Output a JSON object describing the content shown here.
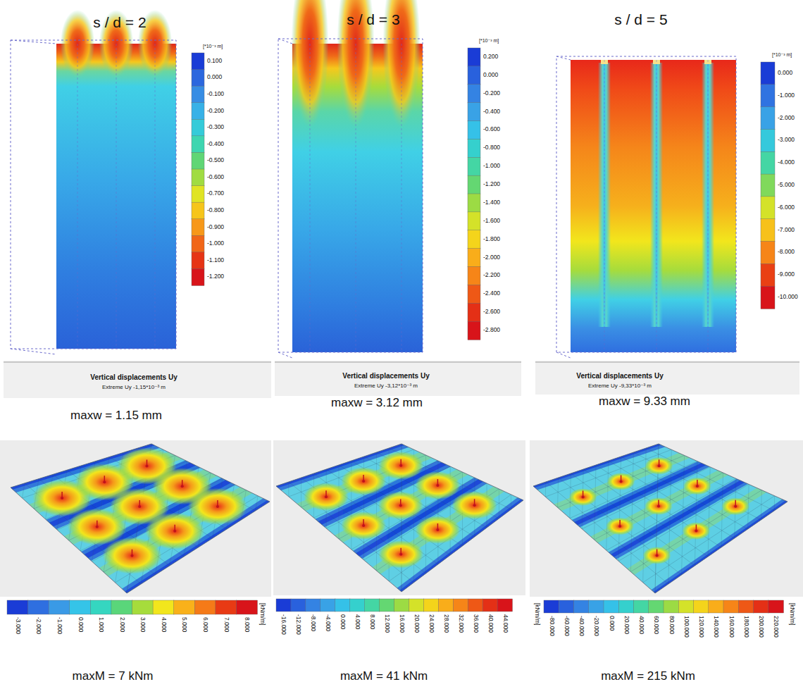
{
  "diagram": {
    "labels": [
      "s / d = 2",
      "s / d = 3",
      "s / d = 5",
      "[*10⁻³ m]",
      "0.100",
      "0.000",
      "-0.100",
      "-0.200",
      "-0.300",
      "-0.400",
      "-0.500",
      "-0.600",
      "-0.700",
      "-0.800",
      "-0.900",
      "-1.000",
      "-1.100",
      "-1.200",
      "[*10⁻³ m]",
      "0.200",
      "0.000",
      "-0.200",
      "-0.400",
      "-0.600",
      "-0.800",
      "-1.000",
      "-1.200",
      "-1.400",
      "-1.600",
      "-1.800",
      "-2.000",
      "-2.200",
      "-2.400",
      "-2.600",
      "-2.800",
      "[*10⁻³ m]",
      "0.000",
      "-1.000",
      "-2.000",
      "-3.000",
      "-4.000",
      "-5.000",
      "-6.000",
      "-7.000",
      "-8.000",
      "-9.000",
      "-10.000",
      "Vertical displacements Uy",
      "Extreme Uy -1,15*10⁻³ m",
      "Vertical displacements Uy",
      "Extreme Uy -3,12*10⁻³ m",
      "Vertical displacements Uy",
      "Extreme Uy -9,33*10⁻³ m",
      "maxw = 1.15 mm",
      "maxw = 3.12 mm",
      "maxw = 9.33 mm",
      "-3.000",
      "-2.000",
      "-1.000",
      "0.000",
      "1.000",
      "2.000",
      "3.000",
      "4.000",
      "5.000",
      "6.000",
      "7.000",
      "8.000",
      "[kNm/m]",
      "-16.000",
      "-12.000",
      "-8.000",
      "-4.000",
      "0.000",
      "4.000",
      "8.000",
      "12.000",
      "16.000",
      "20.000",
      "24.000",
      "28.000",
      "32.000",
      "36.000",
      "40.000",
      "44.000",
      "[kNm/m]",
      "-80.000",
      "-60.000",
      "-40.000",
      "-20.000",
      "0.000",
      "20.000",
      "40.000",
      "60.000",
      "80.000",
      "100.000",
      "120.000",
      "140.000",
      "160.000",
      "180.000",
      "200.000",
      "220.000",
      "[kNm/m]",
      "maxM = 7 kNm",
      "maxM = 41 kNm",
      "maxM = 215 kNm"
    ]
  }
}
